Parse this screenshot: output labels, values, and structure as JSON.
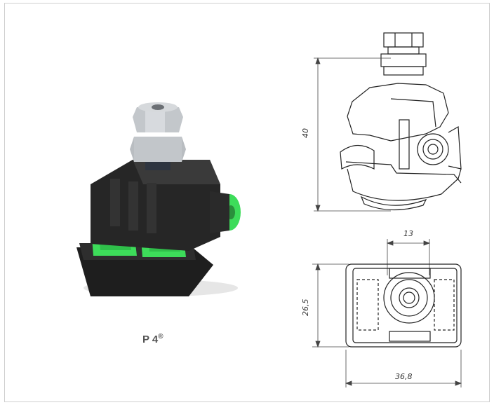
{
  "product": {
    "name": "P 4",
    "mark": "®"
  },
  "dimensions": {
    "height": "40",
    "bolt_width": "13",
    "depth": "26,5",
    "width": "36,8"
  },
  "colors": {
    "body": "#2b2b2b",
    "insert": "#3ddc5a",
    "nut": "#b9bdc1",
    "line": "#222222"
  }
}
